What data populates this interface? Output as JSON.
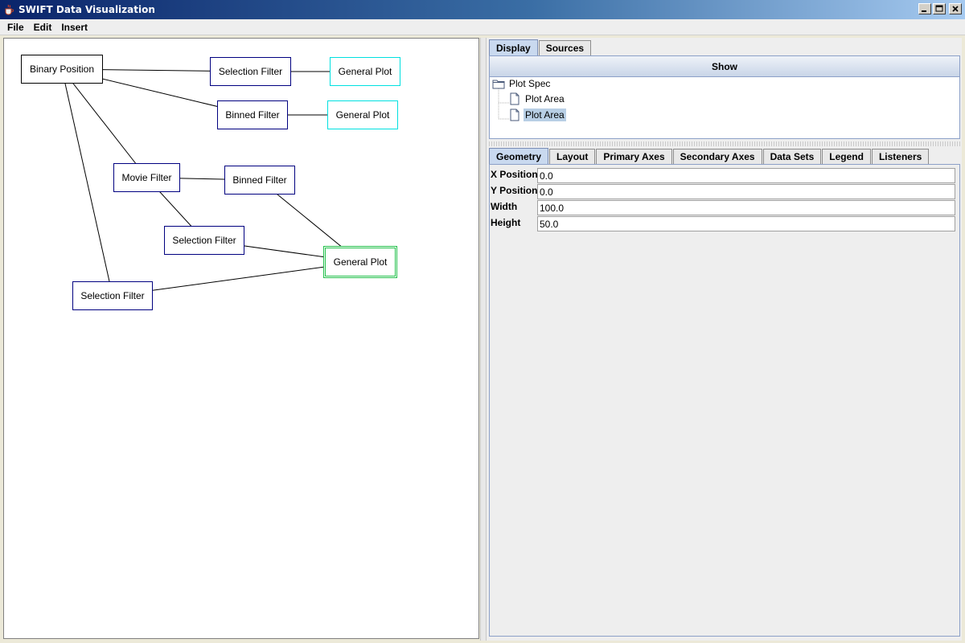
{
  "window": {
    "title": "SWIFT Data Visualization",
    "icon": "java-cup-icon"
  },
  "menu": [
    "File",
    "Edit",
    "Insert"
  ],
  "graph": {
    "nodes": [
      {
        "id": "n1",
        "label": "Binary Position",
        "kind": "source"
      },
      {
        "id": "n2",
        "label": "Selection Filter",
        "kind": "filter"
      },
      {
        "id": "n3",
        "label": "General Plot",
        "kind": "plot"
      },
      {
        "id": "n4",
        "label": "Binned Filter",
        "kind": "filter"
      },
      {
        "id": "n5",
        "label": "General Plot",
        "kind": "plot"
      },
      {
        "id": "n6",
        "label": "Movie Filter",
        "kind": "filter"
      },
      {
        "id": "n7",
        "label": "Binned Filter",
        "kind": "filter"
      },
      {
        "id": "n8",
        "label": "Selection Filter",
        "kind": "filter"
      },
      {
        "id": "n9",
        "label": "General Plot",
        "kind": "plot",
        "selected": true
      },
      {
        "id": "n10",
        "label": "Selection Filter",
        "kind": "filter"
      }
    ],
    "edges": [
      [
        "n1",
        "n2"
      ],
      [
        "n2",
        "n3"
      ],
      [
        "n1",
        "n4"
      ],
      [
        "n4",
        "n5"
      ],
      [
        "n1",
        "n6"
      ],
      [
        "n1",
        "n10"
      ],
      [
        "n6",
        "n7"
      ],
      [
        "n6",
        "n8"
      ],
      [
        "n7",
        "n9"
      ],
      [
        "n8",
        "n9"
      ],
      [
        "n10",
        "n9"
      ]
    ],
    "colors": {
      "source": "#000000",
      "filter": "#000080",
      "plot": "#00e0e0",
      "selected": "#22c04a",
      "edge": "#000000"
    }
  },
  "right": {
    "top_tabs": [
      {
        "label": "Display",
        "active": true
      },
      {
        "label": "Sources",
        "active": false
      }
    ],
    "show_header": "Show",
    "tree": {
      "root": "Plot Spec",
      "children": [
        {
          "label": "Plot Area",
          "selected": false
        },
        {
          "label": "Plot Area",
          "selected": true
        }
      ]
    },
    "prop_tabs": [
      {
        "label": "Geometry",
        "active": true
      },
      {
        "label": "Layout",
        "active": false
      },
      {
        "label": "Primary Axes",
        "active": false
      },
      {
        "label": "Secondary Axes",
        "active": false
      },
      {
        "label": "Data Sets",
        "active": false
      },
      {
        "label": "Legend",
        "active": false
      },
      {
        "label": "Listeners",
        "active": false
      }
    ],
    "fields": [
      {
        "label": "X Position",
        "value": "0.0"
      },
      {
        "label": "Y Position",
        "value": "0.0"
      },
      {
        "label": "Width",
        "value": "100.0"
      },
      {
        "label": "Height",
        "value": "50.0"
      }
    ]
  }
}
